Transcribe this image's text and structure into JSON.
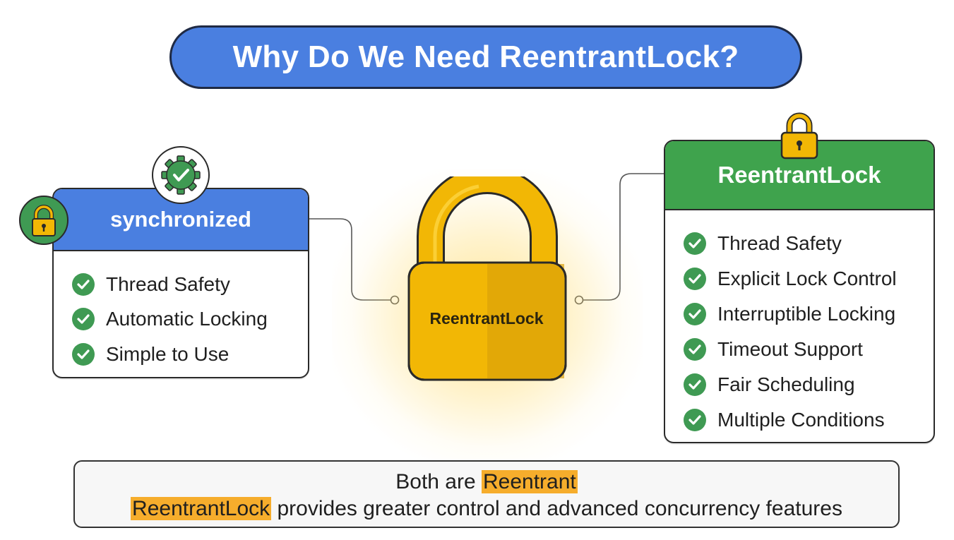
{
  "title": "Why Do We Need ReentrantLock?",
  "center": {
    "label": "ReentrantLock"
  },
  "left_card": {
    "title": "synchronized",
    "items": [
      "Thread Safety",
      "Automatic Locking",
      "Simple to Use"
    ]
  },
  "right_card": {
    "title": "ReentrantLock",
    "items": [
      "Thread Safety",
      "Explicit Lock Control",
      "Interruptible Locking",
      "Timeout Support",
      "Fair Scheduling",
      "Multiple Conditions"
    ]
  },
  "footer": {
    "line1_prefix": "Both are ",
    "line1_highlight": "Reentrant",
    "line2_highlight": "ReentrantLock",
    "line2_suffix": " provides greater control and advanced concurrency features"
  },
  "colors": {
    "blue": "#4a7fe0",
    "green": "#3fa34d",
    "gold": "#f2b705",
    "highlight": "#f6ad2c"
  },
  "icons": [
    "gear-check-icon",
    "padlock-icon",
    "check-icon"
  ]
}
